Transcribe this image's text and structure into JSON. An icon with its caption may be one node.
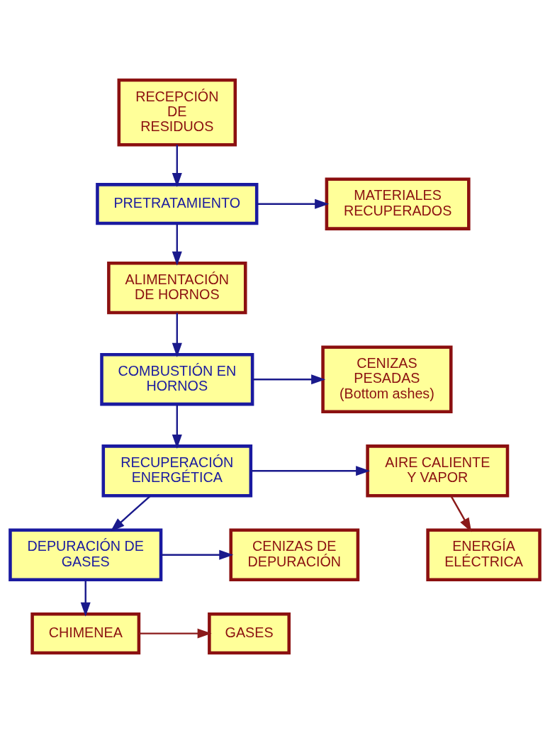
{
  "diagram": {
    "nodes": [
      {
        "text": [
          "RECEPCIÓN DE RESIDUOS"
        ]
      },
      {
        "text": [
          "PRETRATAMIENTO"
        ]
      },
      {
        "text": [
          "MATERIALES RECUPERADOS"
        ]
      },
      {
        "text": [
          "ALIMENTACIÓN DE HORNOS"
        ]
      },
      {
        "text": [
          "COMBUSTIÓN EN HORNOS"
        ]
      },
      {
        "text": [
          "CENIZAS PESADAS (Bottom ashes)"
        ]
      },
      {
        "text": [
          "AIRE CALIENTE Y VAPOR"
        ]
      },
      {
        "text": [
          "RECUPERACIÓN ENERGÉTICA"
        ]
      },
      {
        "text": [
          "ENERGÍA ELÉCTRICA"
        ]
      },
      {
        "text": [
          "DEPURACIÓN DE GASES"
        ]
      },
      {
        "text": [
          "CENIZAS DE DEPURACIÓN"
        ]
      },
      {
        "text": [
          "CHIMENEA"
        ]
      },
      {
        "text": [
          "GASES"
        ]
      }
    ],
    "edges": [
      {
        "from": 0,
        "to": 1,
        "arrow": "to"
      },
      {
        "from": 1,
        "to": 2,
        "arrow": "to"
      },
      {
        "from": 1,
        "to": 3,
        "arrow": "to"
      },
      {
        "from": 3,
        "to": 4,
        "arrow": "to"
      },
      {
        "from": 4,
        "to": 5,
        "arrow": "to"
      },
      {
        "from": 4,
        "to": 7,
        "arrow": "to"
      },
      {
        "from": 7,
        "to": 6,
        "arrow": "to"
      },
      {
        "from": 6,
        "to": 8,
        "arrow": "to",
        "color": "#8b1a1a"
      },
      {
        "from": 7,
        "to": 9,
        "arrow": "to"
      },
      {
        "from": 9,
        "to": 10,
        "arrow": "to"
      },
      {
        "from": 9,
        "to": 11,
        "arrow": "to"
      },
      {
        "from": 11,
        "to": 12,
        "arrow": "to",
        "color": "#8b1a1a"
      }
    ]
  }
}
